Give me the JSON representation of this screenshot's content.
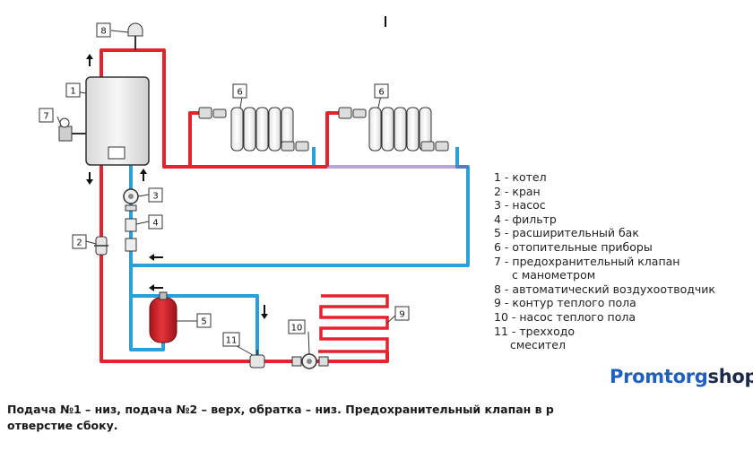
{
  "diagram": {
    "component_tags": [
      "1",
      "2",
      "3",
      "4",
      "5",
      "6",
      "6",
      "7",
      "8",
      "9",
      "10",
      "11"
    ],
    "colors": {
      "supply": "#e5232d",
      "return": "#2a9fd8",
      "outline": "#333333",
      "tank": "#d61f26"
    }
  },
  "legend": {
    "items": [
      "1 - котел",
      "2 - кран",
      "3 - насос",
      "4 - фильтр",
      "5 - расширительный бак",
      "6 - отопительные приборы",
      "7 - предохранительный клапан",
      "с манометром",
      "8 - автоматический воздухоотводчик",
      "9 - контур теплого пола",
      "10 - насос теплого пола",
      "11 - трехходо",
      "смесител"
    ]
  },
  "logo": {
    "part1": "Promtorg",
    "part2": "shop"
  },
  "caption": {
    "line1": "Подача №1 – низ, подача №2 – верх, обратка – низ. Предохранительный клапан в р",
    "line2": "отверстие сбоку."
  }
}
